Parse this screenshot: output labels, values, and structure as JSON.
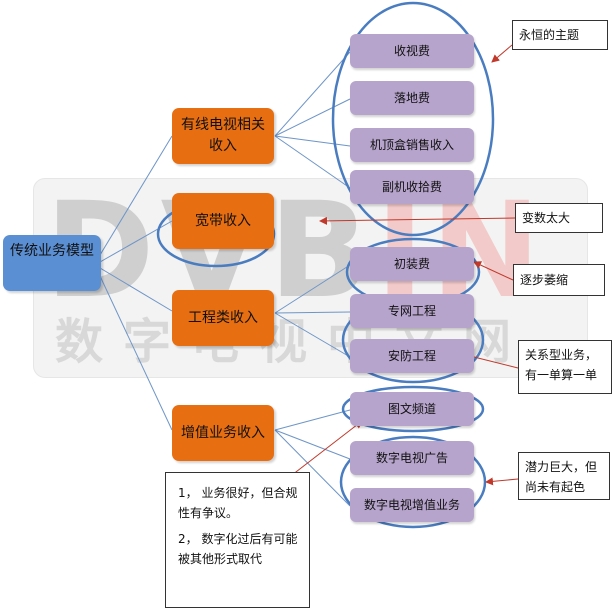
{
  "watermark": {
    "logo_part1": "DVB",
    "logo_part2": "IN",
    "text": "数字电视中文网"
  },
  "root": {
    "label": "传统业务模型"
  },
  "categories": [
    {
      "label": "有线电视相关收入",
      "items": [
        "收视费",
        "落地费",
        "机顶盒销售收入",
        "副机收拾费"
      ]
    },
    {
      "label": "宽带收入",
      "items": []
    },
    {
      "label": "工程类收入",
      "items": [
        "初装费",
        "专网工程",
        "安防工程"
      ]
    },
    {
      "label": "增值业务收入",
      "items": [
        "图文频道",
        "数字电视广告",
        "数字电视增值业务"
      ]
    }
  ],
  "notes": {
    "eternal": "永恒的主题",
    "broadband": "变数太大",
    "shrink": "逐步萎缩",
    "relation": "关系型业务，有一单算一单",
    "potential": "潜力巨大，但尚未有起色",
    "list": [
      "1， 业务很好，但合规性有争议。",
      "2， 数字化过后有可能被其他形式取代"
    ]
  },
  "colors": {
    "root": "#5b8fd3",
    "category": "#e86e12",
    "leaf": "#b6a4cc",
    "ellipse": "#4a7cc0",
    "connector": "#6e95c8",
    "arrow": "#c0392b"
  }
}
